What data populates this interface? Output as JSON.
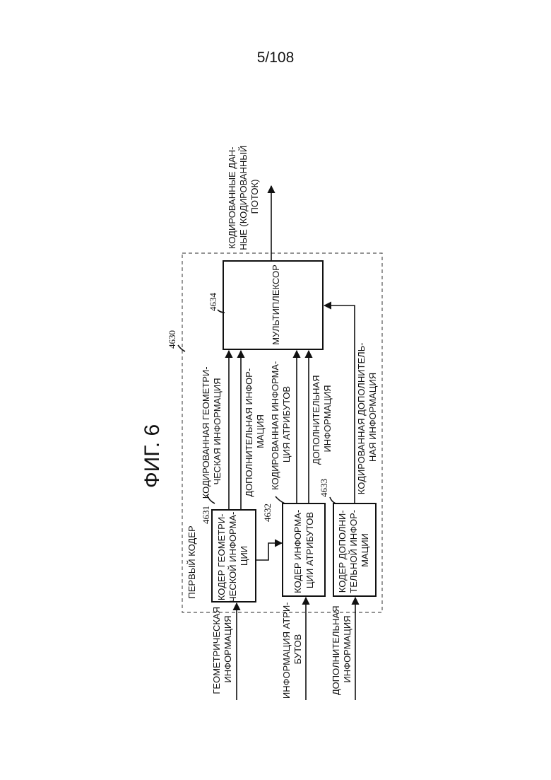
{
  "page_number": "5/108",
  "figure": {
    "title": "ФИГ. 6",
    "encoder": {
      "ref": "4630",
      "label": "ПЕРВЫЙ КОДЕР"
    },
    "blocks": {
      "geometry_encoder": {
        "ref": "4631",
        "lines": [
          "КОДЕР ГЕОМЕТРИ-",
          "ЧЕСКОЙ ИНФОРМА-",
          "ЦИИ"
        ]
      },
      "attribute_encoder": {
        "ref": "4632",
        "lines": [
          "КОДЕР ИНФОРМА-",
          "ЦИИ АТРИБУТОВ"
        ]
      },
      "additional_encoder": {
        "ref": "4633",
        "lines": [
          "КОДЕР ДОПОЛНИ-",
          "ТЕЛЬНОЙ ИНФОР-",
          "МАЦИИ"
        ]
      },
      "multiplexer": {
        "ref": "4634",
        "lines": [
          "МУЛЬТИПЛЕКСОР"
        ]
      }
    },
    "inputs": {
      "geometry": [
        "ГЕОМЕТРИЧЕСКАЯ",
        "ИНФОРМАЦИЯ"
      ],
      "attributes": [
        "ИНФОРМАЦИЯ АТРИ-",
        "БУТОВ"
      ],
      "additional": [
        "ДОПОЛНИТЕЛЬНАЯ",
        "ИНФОРМАЦИЯ"
      ]
    },
    "signals": {
      "coded_geometry": [
        "КОДИРОВАННАЯ ГЕОМЕТРИ-",
        "ЧЕСКАЯ ИНФОРМАЦИЯ"
      ],
      "geometry_additional": [
        "ДОПОЛНИТЕЛЬНАЯ ИНФОР-",
        "МАЦИЯ"
      ],
      "coded_attributes": [
        "КОДИРОВАННАЯ ИНФОРМА-",
        "ЦИЯ АТРИБУТОВ"
      ],
      "attribute_additional": [
        "ДОПОЛНИТЕЛЬНАЯ",
        "ИНФОРМАЦИЯ"
      ],
      "coded_additional": [
        "КОДИРОВАННАЯ ДОПОЛНИТЕЛЬ-",
        "НАЯ ИНФОРМАЦИЯ"
      ]
    },
    "output": [
      "КОДИРОВАННЫЕ ДАН-",
      "НЫЕ (КОДИРОВАННЫЙ",
      "ПОТОК)"
    ]
  }
}
